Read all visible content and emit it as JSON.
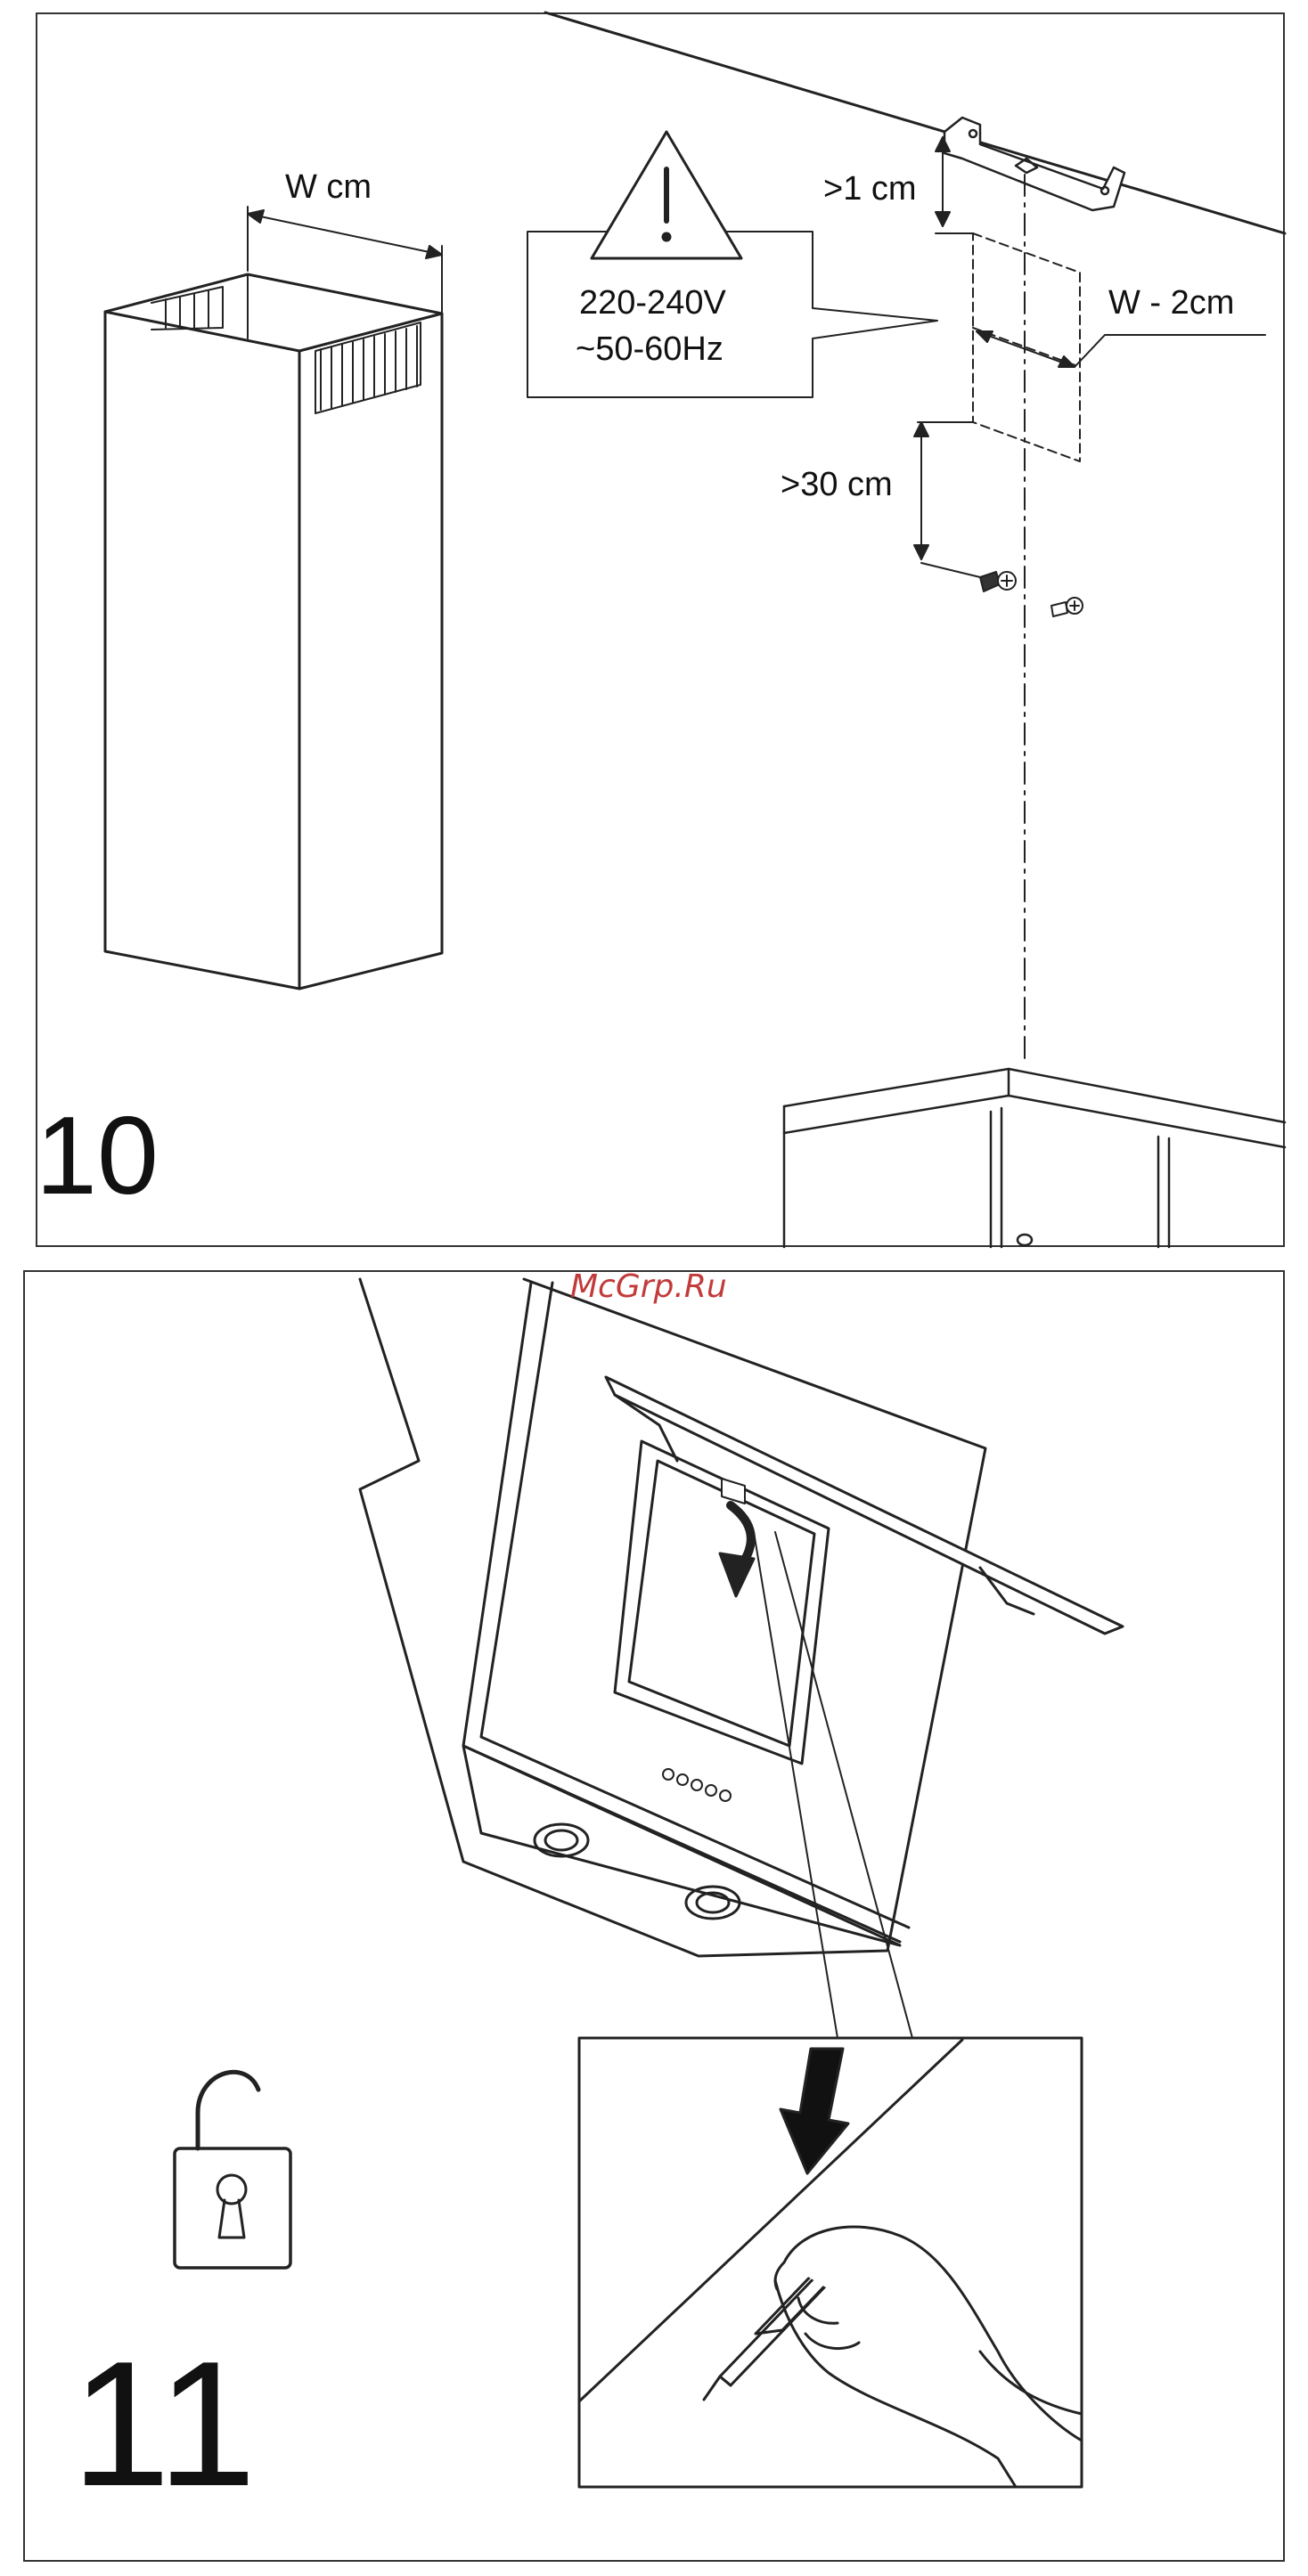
{
  "panel_10": {
    "step_number": "10",
    "chimney_width_label": "W cm",
    "voltage_line1": "220-240V",
    "voltage_line2": "~50-60Hz",
    "bracket_gap_label": ">1 cm",
    "frame_width_label": "W - 2cm",
    "screw_gap_label": ">30 cm"
  },
  "panel_11": {
    "step_number": "11",
    "watermark": "McGrp.Ru"
  },
  "icons": {
    "warning": "warning-triangle-icon",
    "unlock": "unlocked-padlock-icon"
  }
}
